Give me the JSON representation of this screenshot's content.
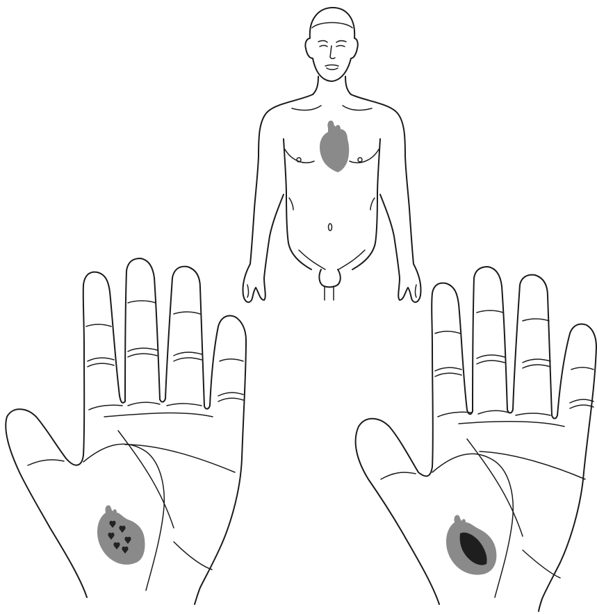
{
  "colors": {
    "line": "#1a1a1a",
    "heart_fill": "#8a8a8a",
    "heart_dark": "#1e1e1e",
    "background": "#ffffff"
  },
  "figures": [
    {
      "name": "human-body-front",
      "icon": "heart-icon"
    },
    {
      "name": "left-palm",
      "icon": "heart-with-small-hearts-icon"
    },
    {
      "name": "right-palm",
      "icon": "heart-with-dark-core-icon"
    }
  ]
}
